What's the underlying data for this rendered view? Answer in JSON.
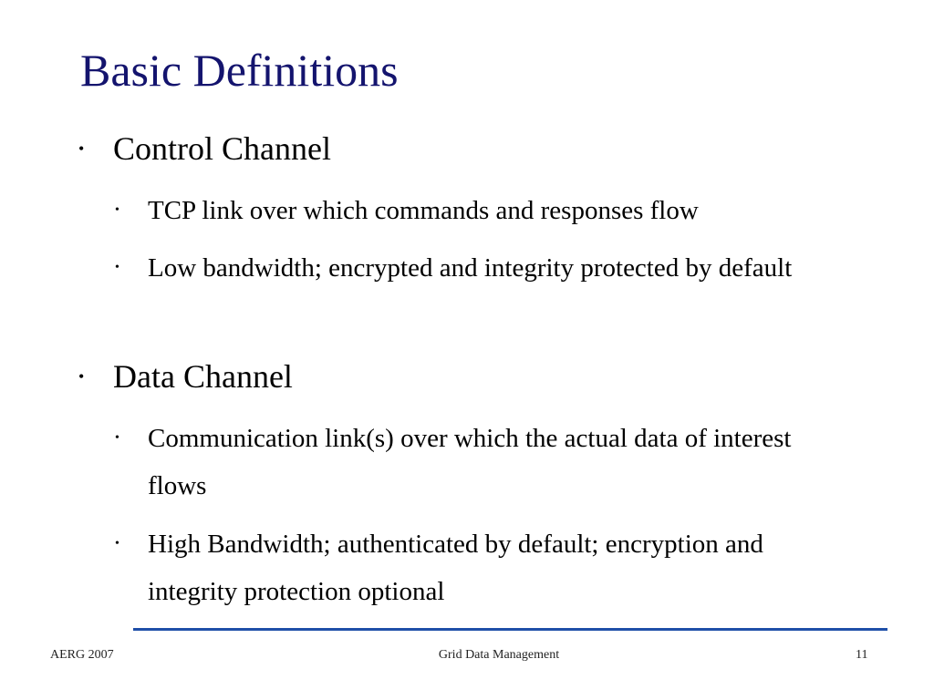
{
  "slide": {
    "title": "Basic Definitions",
    "bullets": [
      {
        "text": "Control Channel",
        "children": [
          "TCP link over which commands and responses flow",
          "Low bandwidth; encrypted and integrity protected by default"
        ]
      },
      {
        "text": "Data Channel",
        "children": [
          "Communication link(s) over which the actual data of interest flows",
          "High Bandwidth; authenticated by default; encryption and integrity protection optional"
        ]
      }
    ],
    "bullet_glyph": "•"
  },
  "footer": {
    "left": "AERG 2007",
    "center": "Grid Data Management",
    "page_number": "11"
  },
  "colors": {
    "title": "#14146e",
    "rule": "#1f4fa8"
  }
}
